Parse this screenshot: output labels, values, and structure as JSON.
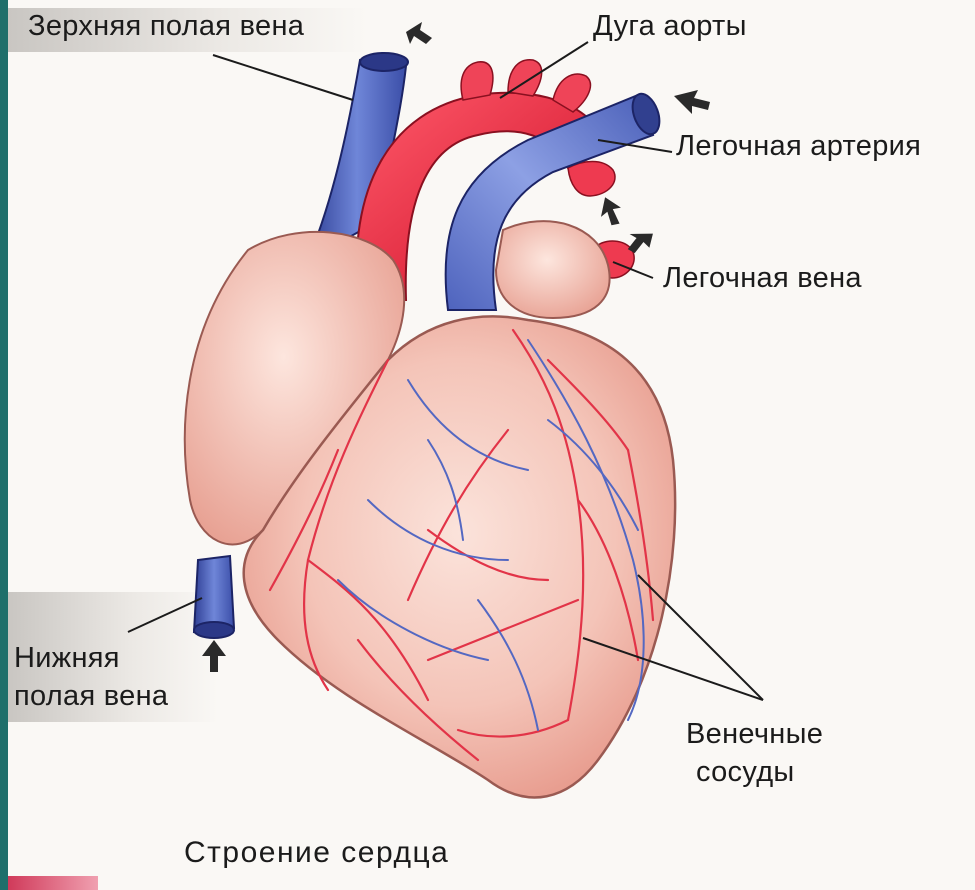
{
  "labels": {
    "superior_vena_cava": "Зерхняя полая вена",
    "aortic_arch": "Дуга аорты",
    "pulmonary_artery": "Легочная артерия",
    "pulmonary_vein": "Легочная вена",
    "inferior_vena_cava_line1": "Нижняя",
    "inferior_vena_cava_line2": "полая вена",
    "coronary_vessels_line1": "Венечные",
    "coronary_vessels_line2": "сосуды"
  },
  "caption": "Строение сердца",
  "colors": {
    "vein_blue": "#4a5fb8",
    "artery_red": "#e5344b",
    "myocardium_pink": "#f4c9bf",
    "frame_teal": "#1f6f6b"
  }
}
